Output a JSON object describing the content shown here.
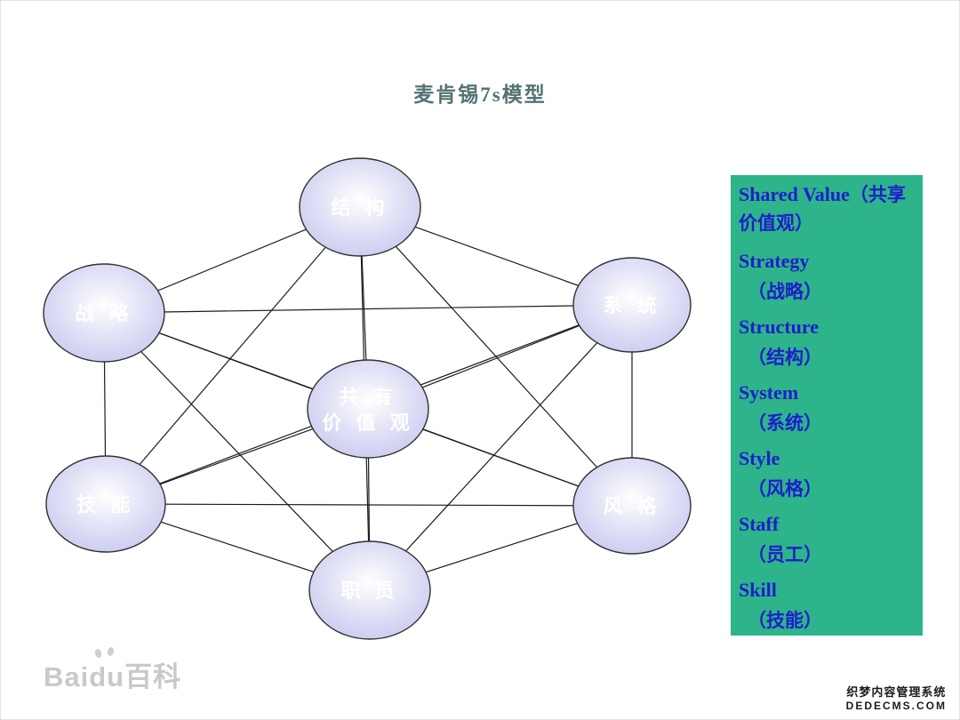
{
  "title": "麦肯锡7s模型",
  "diagram": {
    "nodes": [
      {
        "id": "structure",
        "label": "结 构"
      },
      {
        "id": "strategy",
        "label": "战 略"
      },
      {
        "id": "system",
        "label": "系 统"
      },
      {
        "id": "shared-values",
        "label": "共 有",
        "label2": "价 值 观"
      },
      {
        "id": "skill",
        "label": "技 能"
      },
      {
        "id": "style",
        "label": "风 格"
      },
      {
        "id": "staff",
        "label": "职 员"
      }
    ],
    "edges": [
      [
        "structure",
        "strategy"
      ],
      [
        "structure",
        "system"
      ],
      [
        "structure",
        "shared-values"
      ],
      [
        "structure",
        "skill"
      ],
      [
        "structure",
        "style"
      ],
      [
        "structure",
        "staff"
      ],
      [
        "strategy",
        "system"
      ],
      [
        "strategy",
        "shared-values"
      ],
      [
        "strategy",
        "skill"
      ],
      [
        "strategy",
        "style"
      ],
      [
        "strategy",
        "staff"
      ],
      [
        "system",
        "shared-values"
      ],
      [
        "system",
        "skill"
      ],
      [
        "system",
        "style"
      ],
      [
        "system",
        "staff"
      ],
      [
        "shared-values",
        "skill"
      ],
      [
        "shared-values",
        "style"
      ],
      [
        "shared-values",
        "staff"
      ],
      [
        "skill",
        "style"
      ],
      [
        "skill",
        "staff"
      ],
      [
        "style",
        "staff"
      ]
    ]
  },
  "legend": {
    "items": [
      {
        "en": "Shared Value",
        "zh": "（共享价值观）"
      },
      {
        "en": "Strategy",
        "zh": "（战略）"
      },
      {
        "en": "Structure",
        "zh": "（结构）"
      },
      {
        "en": "System",
        "zh": "（系统）"
      },
      {
        "en": "Style",
        "zh": "（风格）"
      },
      {
        "en": "Staff",
        "zh": "（员工）"
      },
      {
        "en": "Skill",
        "zh": "（技能）"
      }
    ]
  },
  "watermark": {
    "text": "Baidu百科"
  },
  "footer": {
    "line1": "织梦内容管理系统",
    "line2": "DEDECMS.COM"
  },
  "colors": {
    "legend_panel_green": "#2db48a",
    "legend_text_blue": "#1e1ecb",
    "node_fill_light": "#ffffff",
    "node_fill_edge": "#c3c3ec",
    "node_text": "#ffffff",
    "title_teal": "#547373",
    "edge_line": "#1c1c1c",
    "watermark_gray": "#c9c9c9"
  }
}
